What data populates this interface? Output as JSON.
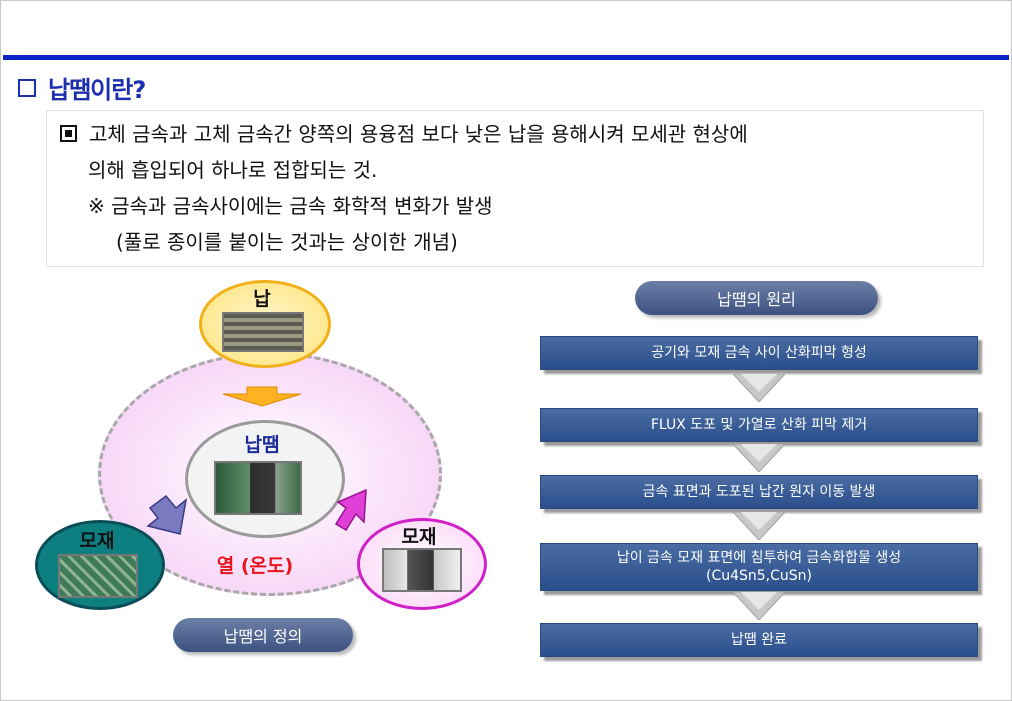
{
  "title": "납땜이란?",
  "definition": {
    "line1": "고체 금속과 고체 금속간 양쪽의 용융점 보다 낮은 납을 용해시켜 모세관 현상에",
    "line2": "의해 흡입되어 하나로 접합되는 것.",
    "line3": "※ 금속과 금속사이에는 금속 화학적 변화가 발생",
    "line4": "(풀로 종이를 붙이는 것과는 상이한 개념)"
  },
  "diagram": {
    "top_label": "납",
    "center_label": "납땜",
    "left_label": "모재",
    "right_label": "모재",
    "heat_label": "열 (온도)",
    "caption": "납땜의 정의"
  },
  "principle": {
    "header": "납땜의 원리",
    "steps": [
      "공기와 모재 금속 사이 산화피막 형성",
      "FLUX 도포 및 가열로 산화 피막 제거",
      "금속 표면과 도포된 납간 원자 이동 발생",
      "납이 금속 모재 표면에 침투하여 금속화합물 생성",
      "납땜 완료"
    ],
    "step4_sub": "(Cu4Sn5,CuSn)"
  },
  "colors": {
    "title_blue": "#1c2fae",
    "rule_blue": "#0b22c8",
    "heat_red": "#e8141c",
    "step_blue": "#2b4f8c"
  }
}
